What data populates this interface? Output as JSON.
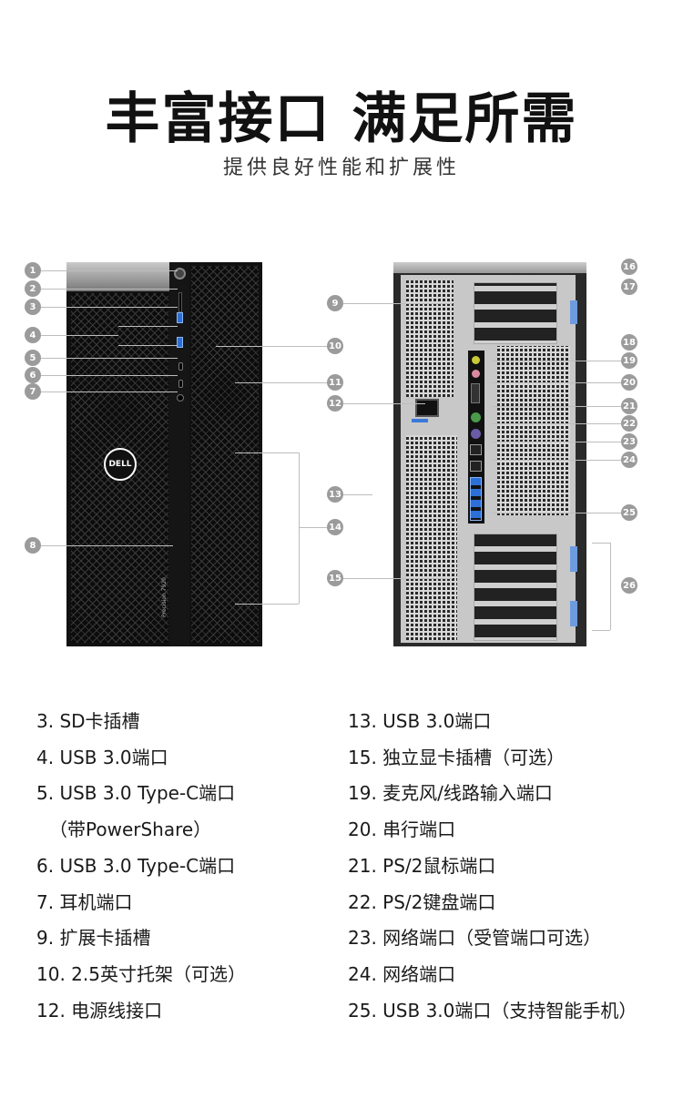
{
  "header": {
    "title": "丰富接口 满足所需",
    "subtitle": "提供良好性能和扩展性"
  },
  "product": {
    "logo": "DELL",
    "model": "Precision 7920"
  },
  "callouts_front": [
    "1",
    "2",
    "3",
    "4",
    "5",
    "6",
    "7",
    "8"
  ],
  "callouts_mid": [
    "9",
    "10",
    "11",
    "12",
    "13",
    "14",
    "15"
  ],
  "callouts_right": [
    "16",
    "17",
    "18",
    "19",
    "20",
    "21",
    "22",
    "23",
    "24",
    "25",
    "26"
  ],
  "legend_left": [
    "3. SD卡插槽",
    "4. USB 3.0端口",
    "5. USB 3.0 Type-C端口",
    "（带PowerShare）",
    "6. USB 3.0 Type-C端口",
    "7. 耳机端口",
    "9. 扩展卡插槽",
    "10. 2.5英寸托架（可选）",
    "12. 电源线接口"
  ],
  "legend_right": [
    "13. USB 3.0端口",
    "15. 独立显卡插槽（可选）",
    "19. 麦克风/线路输入端口",
    "20. 串行端口",
    "21. PS/2鼠标端口",
    "22. PS/2键盘端口",
    "23. 网络端口（受管端口可选）",
    "24. 网络端口",
    "25. USB 3.0端口（支持智能手机）"
  ]
}
